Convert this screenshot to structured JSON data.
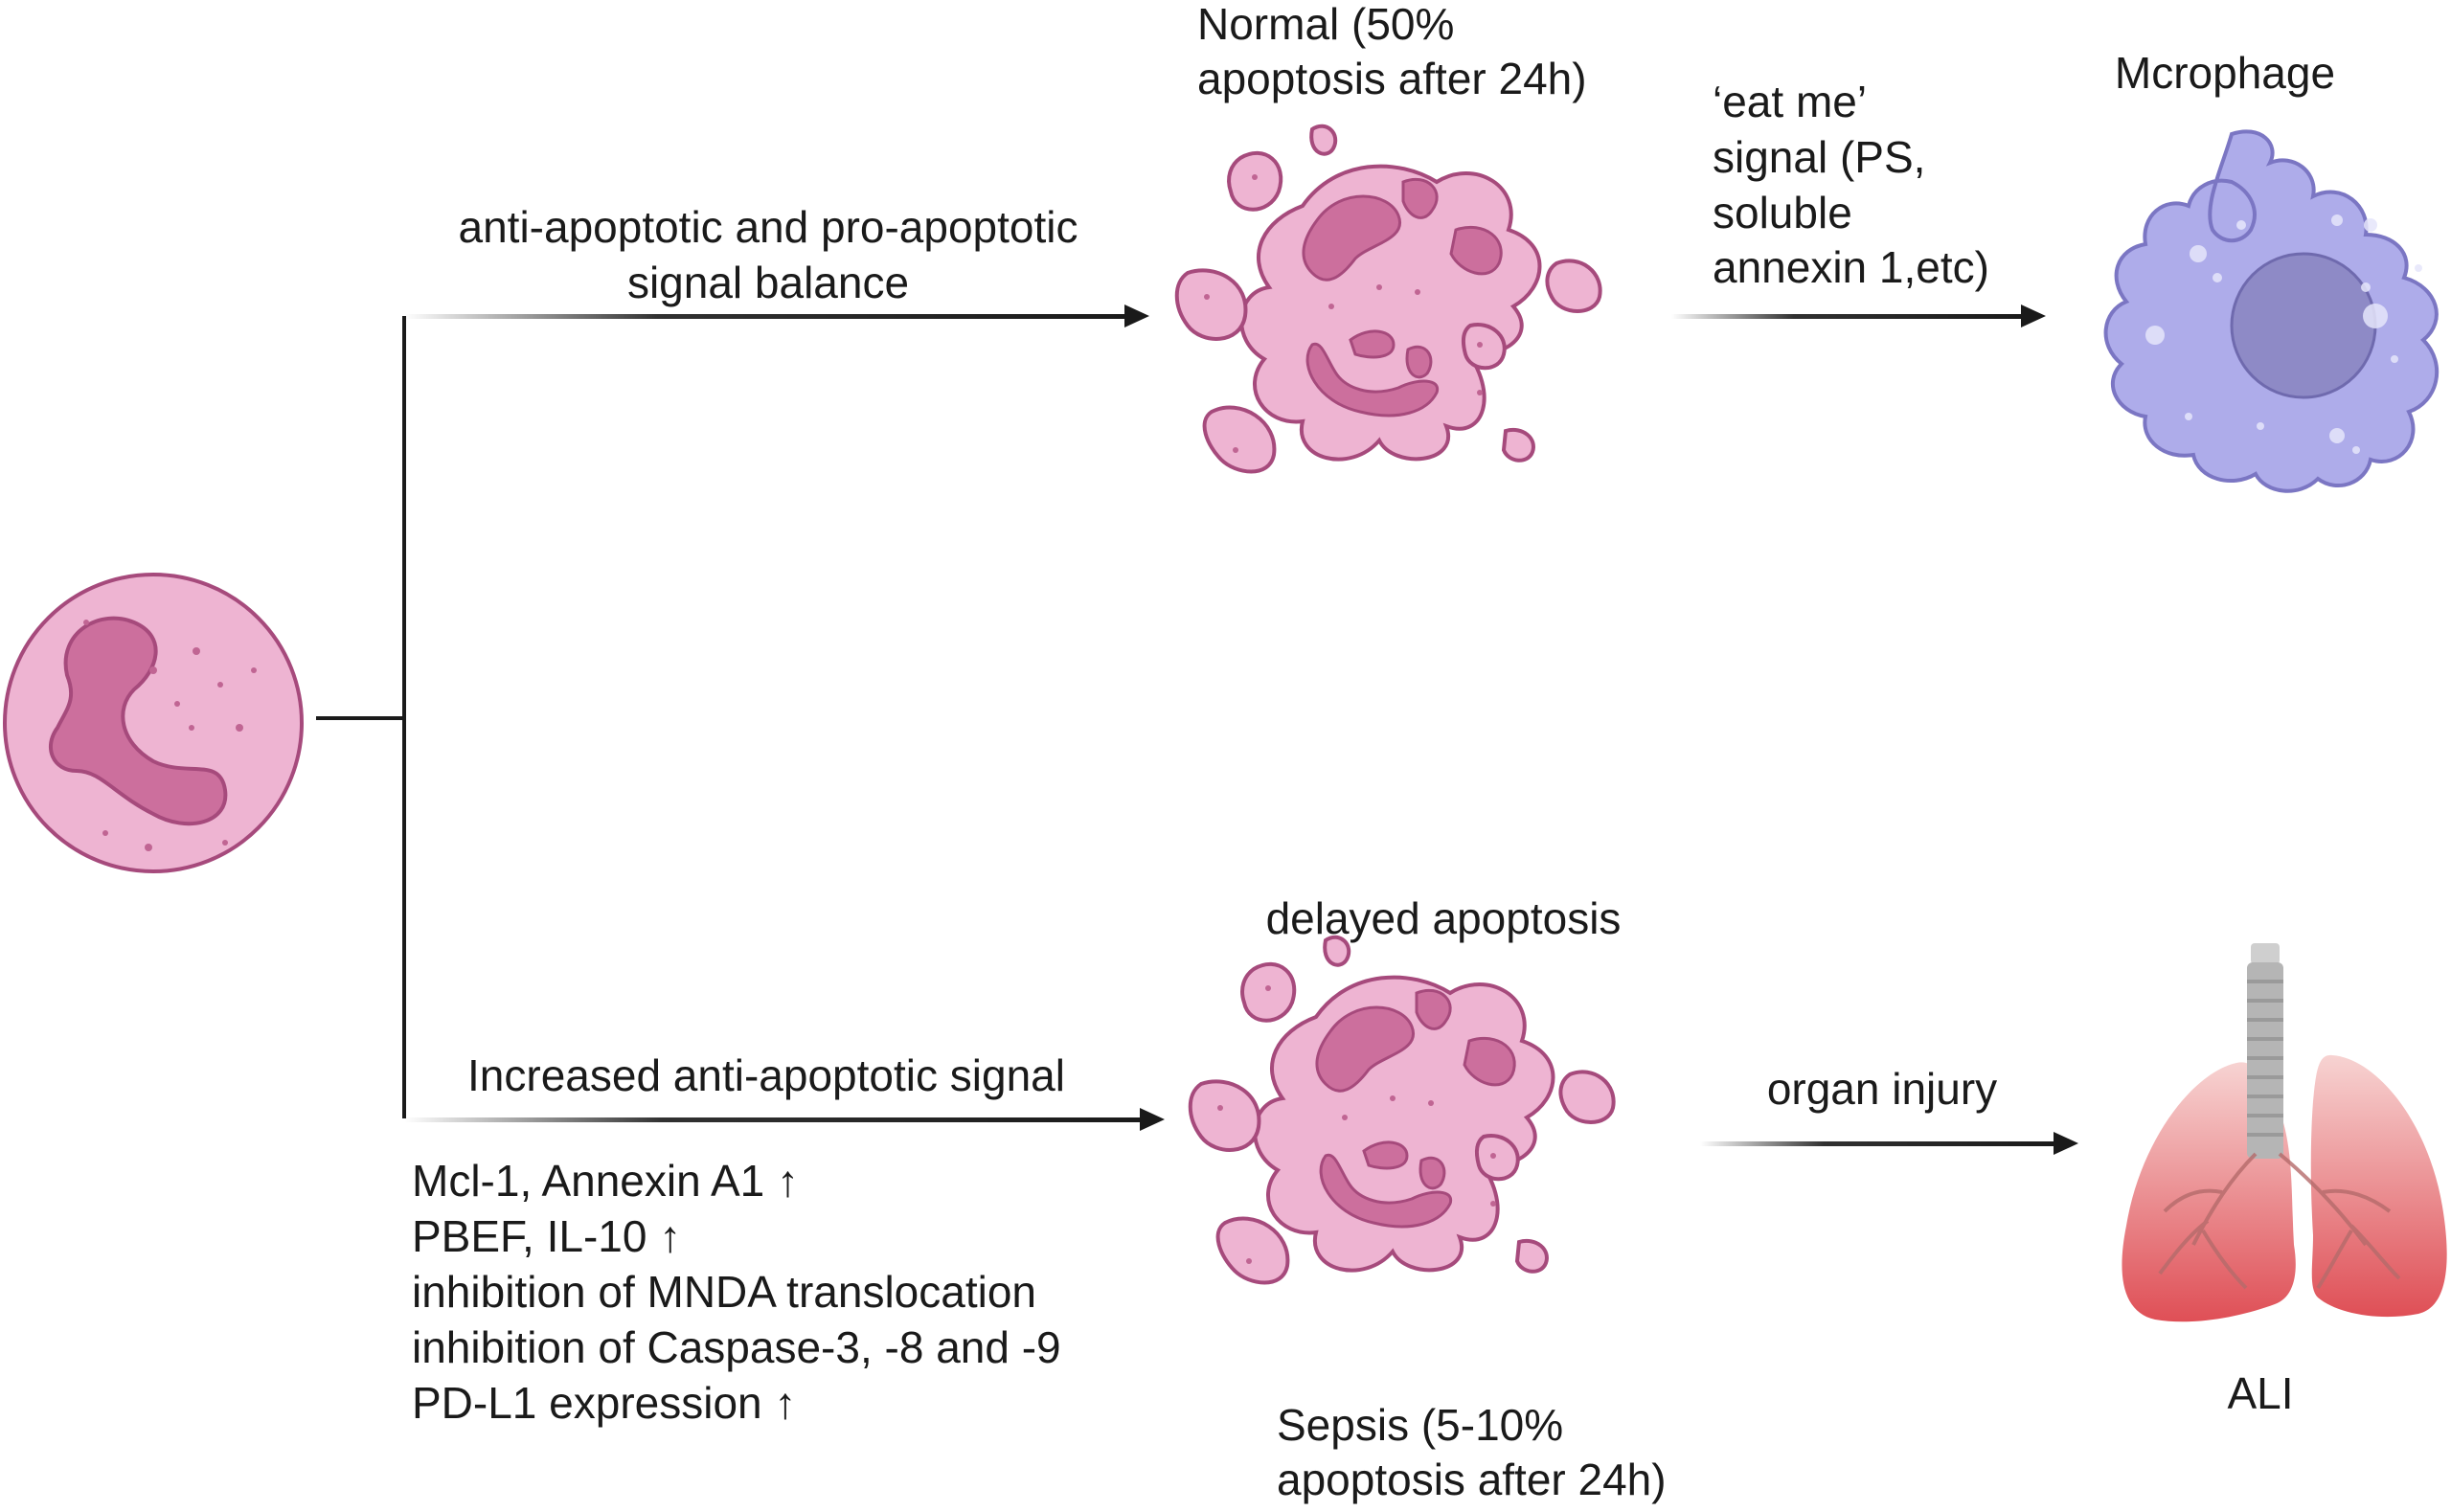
{
  "labels": {
    "normal": [
      "Normal (50%",
      "apoptosis after 24h)"
    ],
    "balance": [
      "anti-apoptotic and pro-apoptotic",
      "signal  balance"
    ],
    "eat_me": [
      "‘eat me’",
      "signal (PS,",
      "soluble",
      "annexin 1,etc)"
    ],
    "macrophage": "Mcrophage",
    "delayed": "delayed apoptosis",
    "increased": "Increased anti-apoptotic signal",
    "factors": [
      "Mcl-1, Annexin A1 ↑",
      "PBEF, IL-10 ↑",
      "inhibition of MNDA translocation",
      "inhibition of Caspase-3, -8 and -9",
      "PD-L1 expression ↑"
    ],
    "organ_injury": "organ injury",
    "sepsis": [
      "Sepsis (5-10%",
      "apoptosis after 24h)"
    ],
    "ali": "ALI"
  },
  "colors": {
    "cell_fill": "#eeb4d2",
    "cell_stroke": "#a64a7c",
    "nucleus_fill": "#cc6f9d",
    "macrophage_fill": "#aeacea",
    "macrophage_stroke": "#7b76c3",
    "macrophage_nucleus": "#8e8ac6",
    "lung_top": "#f5c4c3",
    "lung_bottom": "#e0565c",
    "trachea": "#b5b5b5",
    "line": "#1a1a1a"
  },
  "icons": [
    "neutrophil-icon",
    "apoptotic-cell-icon",
    "macrophage-icon",
    "lungs-icon"
  ]
}
